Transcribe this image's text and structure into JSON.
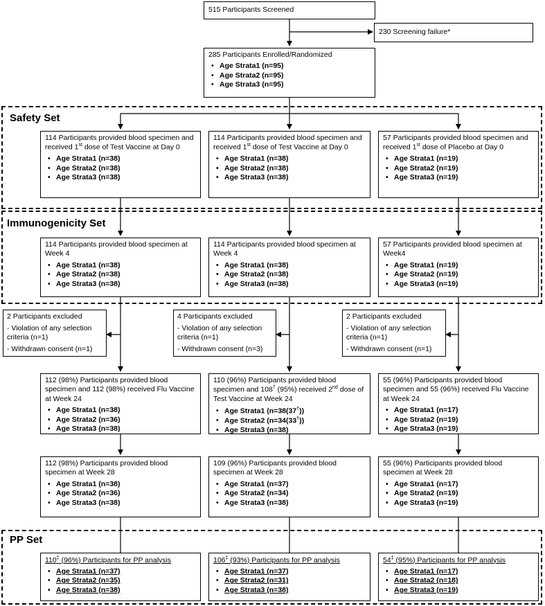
{
  "screened": {
    "title": "515 Participants Screened"
  },
  "failure": {
    "title": "230 Screening failure*"
  },
  "enrolled": {
    "title": "285 Participants Enrolled/Randomized",
    "items": [
      "Age Strata1 (n=95)",
      "Age Strata2 (n=95)",
      "Age Strata3 (n=95)"
    ]
  },
  "sections": {
    "safety": "Safety Set",
    "immuno": "Immunogenicity Set",
    "pp": "PP Set"
  },
  "safety_boxes": [
    {
      "title_a": "114 Participants provided blood specimen and received 1",
      "sup": "st",
      "title_b": " dose of Test Vaccine at Day 0",
      "items": [
        "Age Strata1 (n=38)",
        "Age Strata2 (n=38)",
        "Age Strata3 (n=38)"
      ]
    },
    {
      "title_a": "114 Participants provided blood specimen and received 1",
      "sup": "st",
      "title_b": " dose of Test Vaccine at Day 0",
      "items": [
        "Age Strata1 (n=38)",
        "Age Strata2 (n=38)",
        "Age Strata3 (n=38)"
      ]
    },
    {
      "title_a": "57 Participants provided blood specimen and received 1",
      "sup": "st",
      "title_b": " dose of Placebo at Day 0",
      "items": [
        "Age Strata1 (n=19)",
        "Age Strata2 (n=19)",
        "Age Strata3 (n=19)"
      ]
    }
  ],
  "week4_boxes": [
    {
      "title": "114 Participants provided blood specimen at Week 4",
      "items": [
        "Age Strata1 (n=38)",
        "Age Strata2 (n=38)",
        "Age Strata3 (n=38)"
      ]
    },
    {
      "title": "114 Participants provided blood specimen at Week 4",
      "items": [
        "Age Strata1 (n=38)",
        "Age Strata2 (n=38)",
        "Age Strata3 (n=38)"
      ]
    },
    {
      "title": "57 Participants provided blood specimen at Week4",
      "items": [
        "Age Strata1 (n=19)",
        "Age Strata2 (n=19)",
        "Age Strata3 (n=19)"
      ]
    }
  ],
  "excluded_boxes": [
    {
      "title": "2 Participants excluded",
      "line1": "- Violation of any selection criteria (n=1)",
      "line2": "- Withdrawn consent (n=1)"
    },
    {
      "title": "4 Participants excluded",
      "line1": "- Violation of any selection criteria (n=1)",
      "line2": "- Withdrawn consent (n=3)"
    },
    {
      "title": "2 Participants excluded",
      "line1": "- Violation of any selection criteria (n=1)",
      "line2": "- Withdrawn consent (n=1)"
    }
  ],
  "week24_boxes": [
    {
      "title": "112 (98%) Participants provided blood specimen and 112 (98%) received Flu Vaccine at Week 24",
      "items": [
        "Age Strata1 (n=38)",
        "Age Strata2 (n=36)",
        "Age Strata3 (n=38)"
      ]
    },
    {
      "title_a": "110 (96%) Participants provided blood specimen and 108",
      "sup1": "†",
      "title_b": " (95%) received 2",
      "sup2": "nd",
      "title_c": " dose of Test Vaccine at Week 24",
      "items_a": [
        "Age Strata1 (n=38(37",
        "Age Strata2 (n=34(33"
      ],
      "items_sup": [
        "†",
        "†"
      ],
      "items_b": [
        "))",
        "))"
      ],
      "item3": "Age Strata3 (n=38)"
    },
    {
      "title": "55 (96%) Participants provided blood specimen and 55 (96%) received Flu Vaccine at Week 24",
      "items": [
        "Age Strata1 (n=17)",
        "Age Strata2 (n=19)",
        "Age Strata3 (n=19)"
      ]
    }
  ],
  "week28_boxes": [
    {
      "title": "112 (98%) Participants provided blood specimen at Week 28",
      "items": [
        "Age Strata1 (n=38)",
        "Age Strata2 (n=36)",
        "Age Strata3 (n=38)"
      ]
    },
    {
      "title": "109 (96%) Participants provided blood specimen at Week 28",
      "items": [
        "Age Strata1 (n=37)",
        "Age Strata2 (n=34)",
        "Age Strata3 (n=38)"
      ]
    },
    {
      "title": "55 (96%) Participants provided blood specimen at Week 28",
      "items": [
        "Age Strata1 (n=17)",
        "Age Strata2 (n=19)",
        "Age Strata3 (n=19)"
      ]
    }
  ],
  "pp_boxes": [
    {
      "num": "110",
      "sup": "‡",
      "rest": " (96%) Participants for PP analysis",
      "items": [
        "Age Strata1 (n=37)",
        "Age Strata2 (n=35)",
        "Age Strata3 (n=38)"
      ]
    },
    {
      "num": "106",
      "sup": "‡",
      "rest": " (93%) Participants for PP analysis",
      "items": [
        "Age Strata1 (n=37)",
        "Age Strata2 (n=31)",
        "Age Strata3 (n=38)"
      ]
    },
    {
      "num": "54",
      "sup": "‡",
      "rest": " (95%) Participants for PP analysis",
      "items": [
        "Age Strata1 (n=17)",
        "Age Strata2 (n=18)",
        "Age Strata3 (n=19)"
      ]
    }
  ]
}
